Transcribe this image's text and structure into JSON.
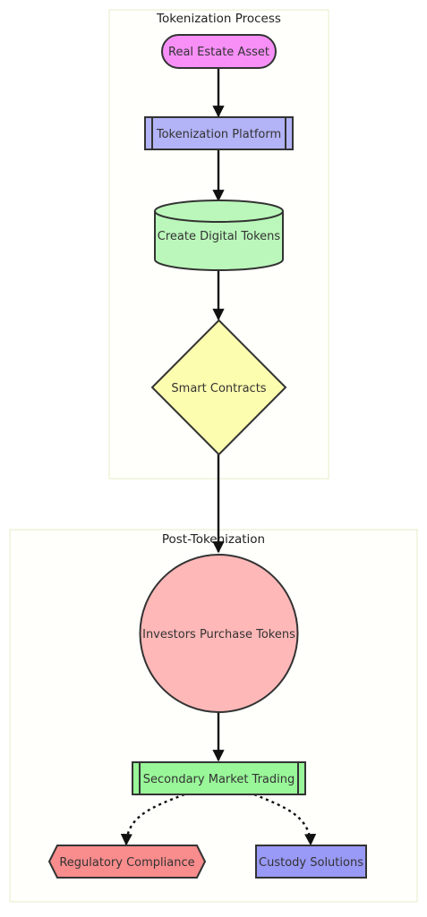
{
  "clusters": {
    "process": {
      "title": "Tokenization Process"
    },
    "post": {
      "title": "Post-Tokenization"
    }
  },
  "nodes": {
    "asset": {
      "label": "Real Estate Asset",
      "shape": "stadium",
      "fill": "#f78ff7"
    },
    "platform": {
      "label": "Tokenization Platform",
      "shape": "subroutine",
      "fill": "#b3b3f7"
    },
    "tokens": {
      "label": "Create Digital Tokens",
      "shape": "cylinder",
      "fill": "#bbf7bb"
    },
    "contracts": {
      "label": "Smart Contracts",
      "shape": "diamond",
      "fill": "#fdfdaf"
    },
    "investors": {
      "label": "Investors Purchase Tokens",
      "shape": "circle",
      "fill": "#ffb8b8"
    },
    "trading": {
      "label": "Secondary Market Trading",
      "shape": "subroutine",
      "fill": "#99f799"
    },
    "compliance": {
      "label": "Regulatory Compliance",
      "shape": "hexagon",
      "fill": "#f98c8c"
    },
    "custody": {
      "label": "Custody Solutions",
      "shape": "rectangle",
      "fill": "#9999f7"
    }
  },
  "edges": [
    {
      "from": "asset",
      "to": "platform",
      "style": "solid"
    },
    {
      "from": "platform",
      "to": "tokens",
      "style": "solid"
    },
    {
      "from": "tokens",
      "to": "contracts",
      "style": "solid"
    },
    {
      "from": "contracts",
      "to": "investors",
      "style": "solid"
    },
    {
      "from": "investors",
      "to": "trading",
      "style": "solid"
    },
    {
      "from": "trading",
      "to": "compliance",
      "style": "dotted"
    },
    {
      "from": "trading",
      "to": "custody",
      "style": "dotted"
    }
  ]
}
